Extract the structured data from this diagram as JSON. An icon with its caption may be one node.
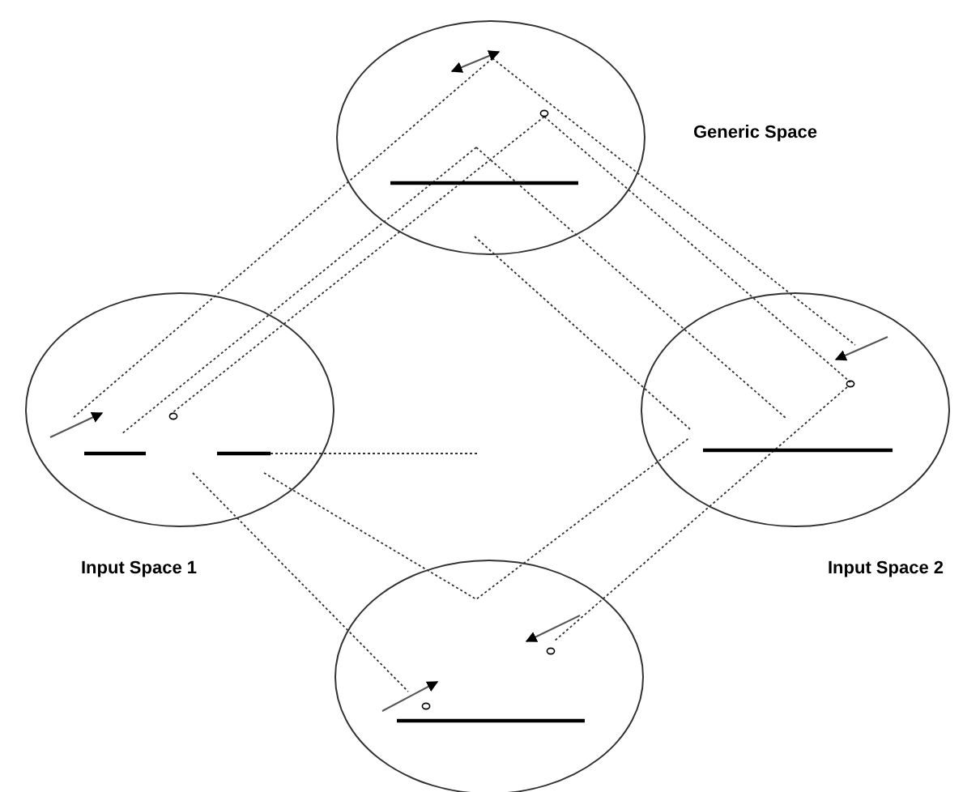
{
  "diagram": {
    "nodes": [
      {
        "text": [
          "Generic Space"
        ]
      },
      {
        "text": [
          "Input Space 1"
        ]
      },
      {
        "text": [
          "Input Space 2"
        ]
      },
      {
        "text": [],
        "shape": "circle"
      }
    ],
    "edges": []
  }
}
